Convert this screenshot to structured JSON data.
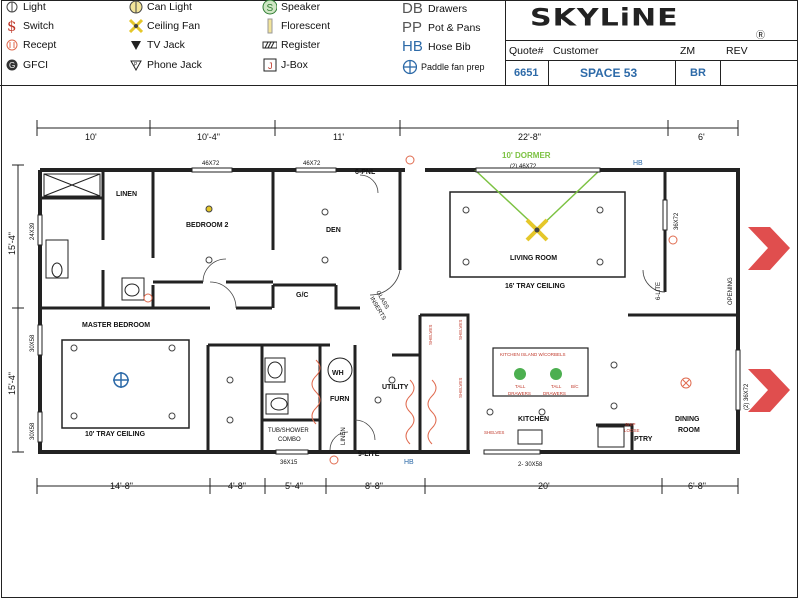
{
  "legend": {
    "col1": [
      {
        "icon": "light-icon",
        "label": "Light"
      },
      {
        "icon": "switch-icon",
        "label": "Switch"
      },
      {
        "icon": "receptacle-icon",
        "label": "Recept"
      },
      {
        "icon": "gfci-icon",
        "label": "GFCI"
      }
    ],
    "col2": [
      {
        "icon": "can-light-icon",
        "label": "Can Light"
      },
      {
        "icon": "ceiling-fan-icon",
        "label": "Ceiling Fan"
      },
      {
        "icon": "tv-jack-icon",
        "label": "TV Jack"
      },
      {
        "icon": "phone-jack-icon",
        "label": "Phone Jack"
      }
    ],
    "col3": [
      {
        "icon": "speaker-icon",
        "label": "Speaker"
      },
      {
        "icon": "fluorescent-icon",
        "label": "Florescent"
      },
      {
        "icon": "register-icon",
        "label": "Register"
      },
      {
        "icon": "j-box-icon",
        "label": "J-Box"
      }
    ],
    "col4": [
      {
        "icon": "drawers-icon",
        "code": "DB",
        "label": "Drawers"
      },
      {
        "icon": "pots-pans-icon",
        "code": "PP",
        "label": "Pot & Pans"
      },
      {
        "icon": "hose-bib-icon",
        "code": "HB",
        "label": "Hose Bib"
      },
      {
        "icon": "paddle-fan-icon",
        "label": "Paddle fan prep"
      }
    ],
    "symbols": {
      "G": "G",
      "S": "S",
      "J": "J"
    }
  },
  "header": {
    "brand": "SKYLiNE",
    "brand_mark": "Ⓡ",
    "labels": {
      "quote": "Quote#",
      "customer": "Customer",
      "zm": "ZM",
      "rev": "REV"
    },
    "values": {
      "quote": "6651",
      "customer": "SPACE 53",
      "zm": "BR",
      "rev": ""
    }
  },
  "dimensions": {
    "top": [
      "10'",
      "10'-4\"",
      "11'",
      "22'-8\"",
      "6'"
    ],
    "bottom": [
      "14'-8\"",
      "4'-8\"",
      "5'-4\"",
      "8'-8\"",
      "20'",
      "6'-8\""
    ],
    "left": [
      "15'-4\"",
      "15'-4\""
    ]
  },
  "rooms": {
    "linen": "LINEN",
    "bedroom2": "BEDROOM 2",
    "den": "DEN",
    "living": "LIVING ROOM",
    "living_ceiling": "16' TRAY CEILING",
    "master": "MASTER BEDROOM",
    "master_ceiling": "10' TRAY CEILING",
    "utility": "UTILITY",
    "kitchen": "KITCHEN",
    "dining": "DINING",
    "dining2": "ROOM",
    "gc": "G/C",
    "wh": "WH",
    "furn": "FURN",
    "tub": "TUB/SHOWER",
    "combo": "COMBO",
    "linen2": "LINEN",
    "ptry": "PTRY",
    "island": "KITCHEN ISLAND W/CORBELS",
    "tall1": "TALL",
    "tall2": "TALL",
    "drawers1": "DRAWERS",
    "drawers2": "DRAWERS",
    "bc": "B/C",
    "shelves1": "SHELVES",
    "shelves2": "SHELVES",
    "shelves3": "SHELVES",
    "shelves4": "SHELVES",
    "ship_loose": "SHIP",
    "ship_loose2": "LOOSE"
  },
  "features": {
    "dormer": "10' DORMER",
    "dormer_window": "(2) 46X72",
    "w1": "46X72",
    "w2": "46X72",
    "six_pnl": "6-PNL",
    "glass": "GLASS",
    "inserts": "INSERTS",
    "six_lite": "6-LITE",
    "nine_lite": "9-LITE",
    "opening": "OPENING",
    "w_right_top": "36X72",
    "w_right_bot": "(2) 36X72",
    "w_left1": "24X39",
    "w_left2": "30X58",
    "w_left3": "30X58",
    "w_bath": "36X15",
    "w_kitchen": "2- 30X58",
    "hb1": "HB",
    "hb2": "HB"
  },
  "colors": {
    "accent_blue": "#2d6aa8",
    "arrow_red": "#e04e4e",
    "dormer_green": "#7cc242",
    "fixture_red": "#e06a4e",
    "fan_yellow": "#e5c72a"
  }
}
